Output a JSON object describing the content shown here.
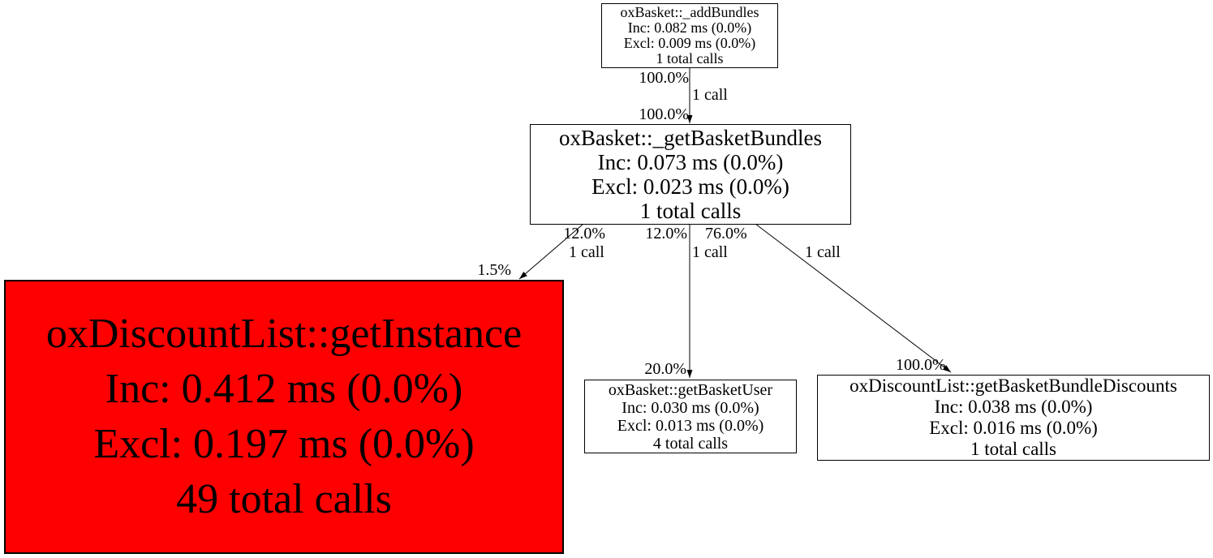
{
  "diagram_type": "profiler-call-graph",
  "colors": {
    "background": "#ffffff",
    "node_fill": "#ffffff",
    "hot_node_fill": "#ff0000",
    "border": "#000000",
    "edge": "#000000",
    "text": "#000000"
  },
  "nodes": [
    {
      "title": "oxBasket::_addBundles",
      "inc": "Inc: 0.082 ms (0.0%)",
      "excl": "Excl: 0.009 ms (0.0%)",
      "calls": "1 total calls"
    },
    {
      "title": "oxBasket::_getBasketBundles",
      "inc": "Inc: 0.073 ms (0.0%)",
      "excl": "Excl: 0.023 ms (0.0%)",
      "calls": "1 total calls"
    },
    {
      "title": "oxDiscountList::getInstance",
      "inc": "Inc: 0.412 ms (0.0%)",
      "excl": "Excl: 0.197 ms (0.0%)",
      "calls": "49 total calls"
    },
    {
      "title": "oxBasket::getBasketUser",
      "inc": "Inc: 0.030 ms (0.0%)",
      "excl": "Excl: 0.013 ms (0.0%)",
      "calls": "4 total calls"
    },
    {
      "title": "oxDiscountList::getBasketBundleDiscounts",
      "inc": "Inc: 0.038 ms (0.0%)",
      "excl": "Excl: 0.016 ms (0.0%)",
      "calls": "1 total calls"
    }
  ],
  "edges": [
    {
      "source": "oxBasket::_addBundles",
      "target": "oxBasket::_getBasketBundles",
      "source_pct": "100.0%",
      "calls": "1 call",
      "target_pct": "100.0%"
    },
    {
      "source": "oxBasket::_getBasketBundles",
      "target": "oxDiscountList::getInstance",
      "source_pct": "12.0%",
      "calls": "1 call",
      "target_pct": "1.5%"
    },
    {
      "source": "oxBasket::_getBasketBundles",
      "target": "oxBasket::getBasketUser",
      "source_pct": "12.0%",
      "calls": "1 call",
      "target_pct": "20.0%"
    },
    {
      "source": "oxBasket::_getBasketBundles",
      "target": "oxDiscountList::getBasketBundleDiscounts",
      "source_pct": "76.0%",
      "calls": "1 call",
      "target_pct": "100.0%"
    }
  ]
}
